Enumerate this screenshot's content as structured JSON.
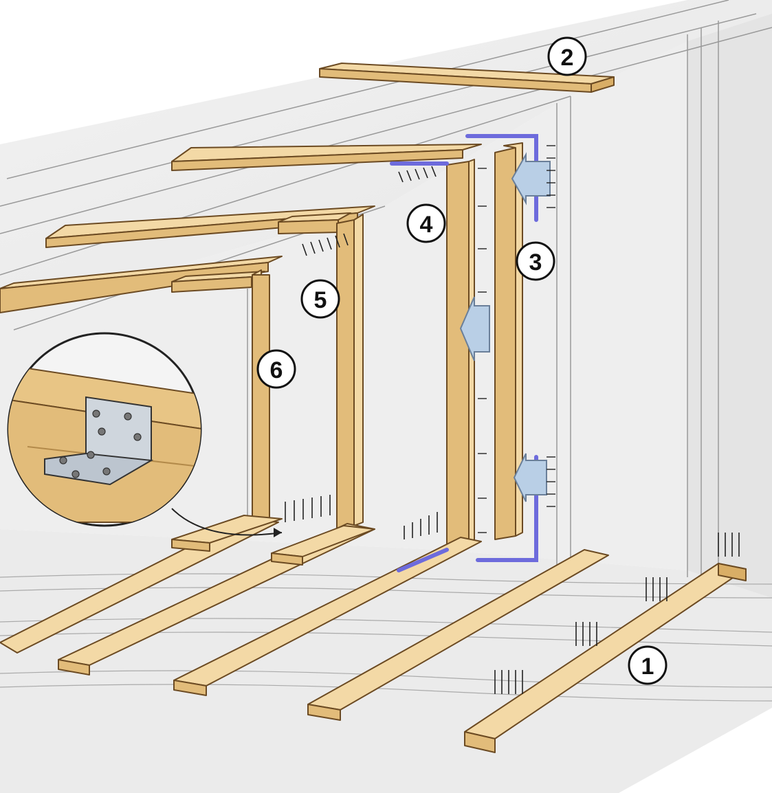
{
  "callouts": [
    {
      "id": "floor-joist",
      "label": "1"
    },
    {
      "id": "ceiling-plate",
      "label": "2"
    },
    {
      "id": "side-stud-mounted",
      "label": "3"
    },
    {
      "id": "side-stud",
      "label": "4"
    },
    {
      "id": "middle-frame",
      "label": "5"
    },
    {
      "id": "front-frame",
      "label": "6"
    }
  ],
  "colors": {
    "wood_top": "#f3d9a6",
    "wood_side": "#e2bc7a",
    "wall": "#ececec",
    "accent_bracket": "#6d6bdc",
    "arrow_fill": "#b9cfe6",
    "metal_bracket": "#cfd6dd"
  },
  "icons": {
    "inset": "angle-bracket-detail-icon",
    "push_arrow": "push-arrow-icon",
    "nail": "nail-icon"
  }
}
